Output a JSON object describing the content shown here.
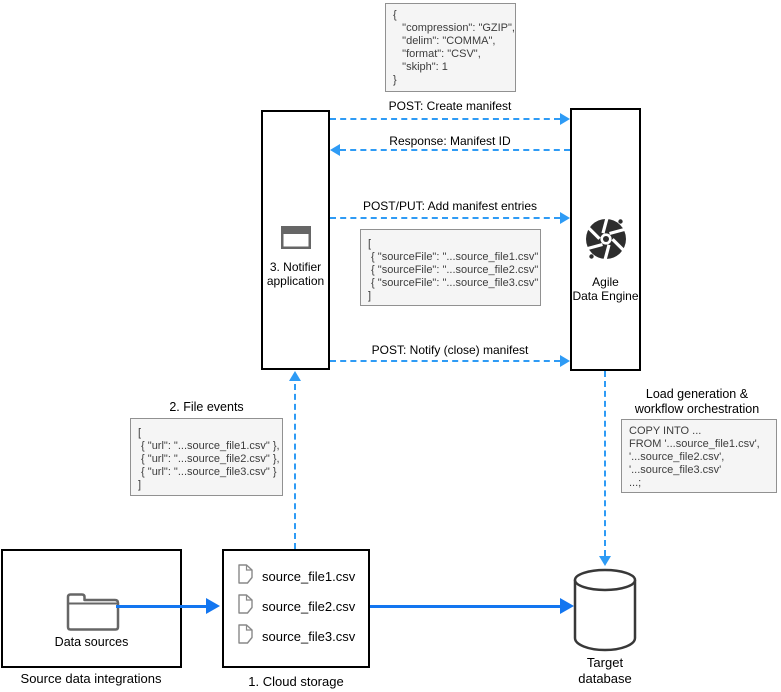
{
  "colors": {
    "arrow_dashed": "#2e9bf5",
    "arrow_solid": "#1376f0",
    "code_background": "#f5f5f5",
    "icon_dark": "#2d2d2d",
    "icon_gray": "#666666"
  },
  "top_config": {
    "code": "{\n   \"compression\": \"GZIP\",\n   \"delim\": \"COMMA\",\n   \"format\": \"CSV\",\n   \"skiph\": 1\n}"
  },
  "sequence": {
    "notifier": {
      "label": "3. Notifier\napplication"
    },
    "ade": {
      "label": "Agile\nData Engine"
    },
    "messages": {
      "create": "POST: Create manifest",
      "response": "Response: Manifest ID",
      "add": "POST/PUT: Add manifest entries",
      "notify": "POST: Notify (close) manifest"
    },
    "manifest_entries_code": "[\n { \"sourceFile\": \"...source_file1.csv\" },\n { \"sourceFile\": \"...source_file2.csv\" },\n { \"sourceFile\": \"...source_file3.csv\" },\n]"
  },
  "file_events": {
    "label": "2. File events",
    "code": "[\n { \"url\": \"...source_file1.csv\" },\n { \"url\": \"...source_file2.csv\" },\n { \"url\": \"...source_file3.csv\" }\n]"
  },
  "load_generation": {
    "label": "Load generation &\nworkflow orchestration",
    "code": "COPY INTO ...\nFROM '...source_file1.csv',\n'...source_file2.csv',\n'...source_file3.csv'\n...;"
  },
  "bottom": {
    "data_sources": {
      "label": "Data sources",
      "caption": "Source data integrations"
    },
    "cloud_storage": {
      "caption": "1. Cloud storage",
      "files": [
        "source_file1.csv",
        "source_file2.csv",
        "source_file3.csv"
      ]
    },
    "target_db": {
      "label": "Target\ndatabase"
    }
  }
}
